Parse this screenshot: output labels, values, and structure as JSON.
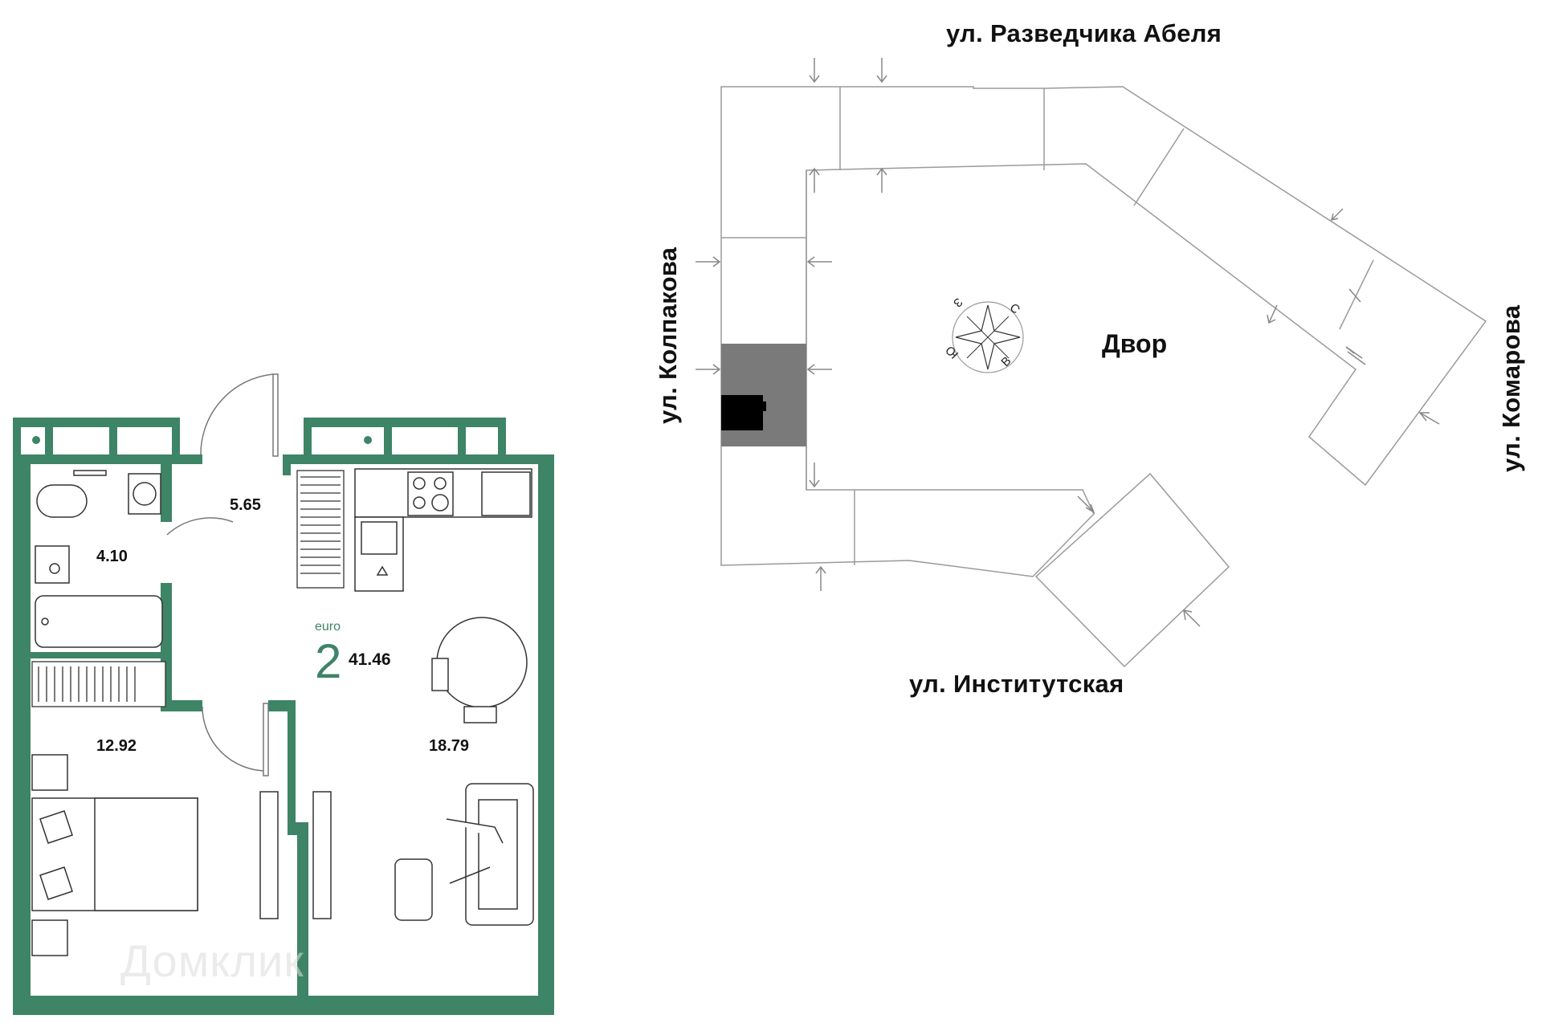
{
  "colors": {
    "wall": "#3e8466",
    "building_outline": "#9a9a9a",
    "section_fill": "#7a7a7a",
    "apartment_marker": "#000000",
    "accent_text": "#3e8466"
  },
  "plan": {
    "euro_label": "euro",
    "rooms_count": "2",
    "total_area": "41.46",
    "rooms": [
      {
        "area": "5.65"
      },
      {
        "area": "4.10"
      },
      {
        "area": "12.92"
      },
      {
        "area": "18.79"
      }
    ]
  },
  "site": {
    "streets": {
      "north": "ул. Разведчика Абеля",
      "west": "ул. Колпакова",
      "south": "ул. Институтская",
      "east": "ул. Комарова"
    },
    "yard_label": "Двор",
    "compass": {
      "n": "С",
      "e": "В",
      "s": "Ю",
      "w": "З"
    }
  },
  "watermark": "Домклик"
}
